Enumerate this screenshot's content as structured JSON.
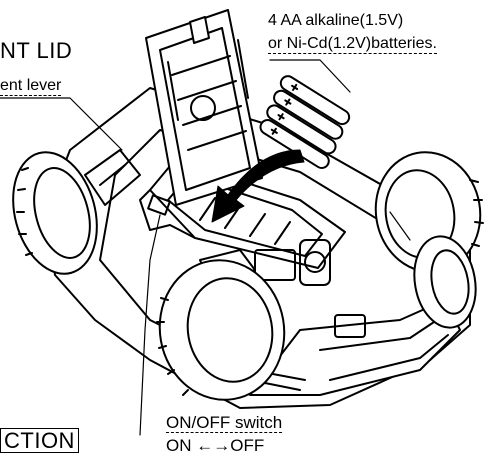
{
  "labels": {
    "lid_title": "NT LID",
    "lever": "ent lever",
    "battery_line1": "4 AA alkaline(1.5V)",
    "battery_line2": "or Ni-Cd(1.2V)batteries.",
    "switch_name": "ON/OFF switch",
    "switch_states": "ON ←→OFF",
    "section": "CTION"
  },
  "colors": {
    "ink": "#000000",
    "paper": "#ffffff"
  },
  "icons": [
    "battery-icon",
    "arrow-icon",
    "rc-car-icon"
  ]
}
